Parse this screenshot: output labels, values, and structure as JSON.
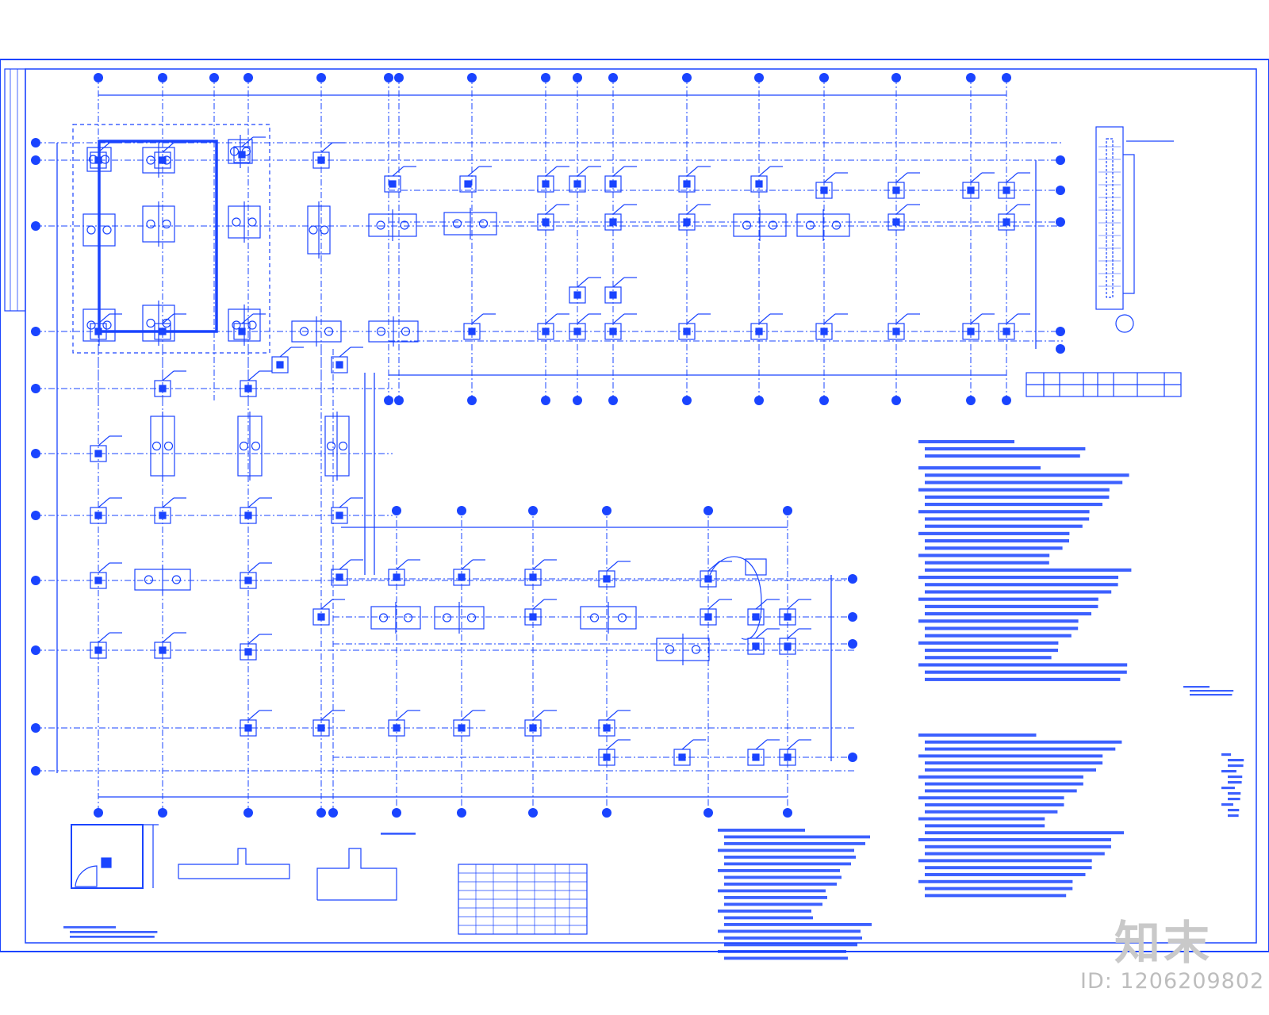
{
  "drawing": {
    "line_color": "#1a44ff",
    "background": "#ffffff",
    "sheet_title": "",
    "type": "foundation-plan"
  },
  "watermark": {
    "logo_text": "知末",
    "id_text": "ID: 1206209802",
    "color": "#bdbdbd"
  },
  "icons": [
    "north-arrow-icon",
    "axis-bubble-icon",
    "section-mark-icon"
  ]
}
